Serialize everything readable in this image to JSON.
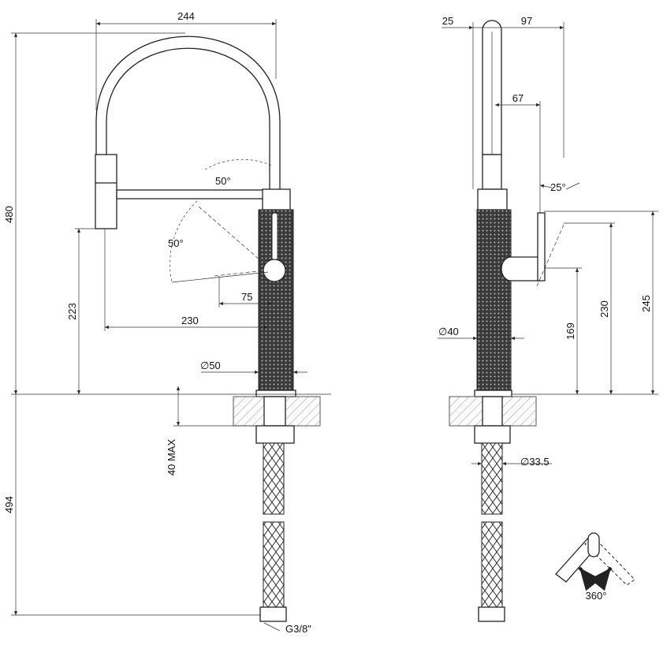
{
  "title": "Kitchen mixer with pull-out spray technical drawing",
  "front_view": {
    "spout_width": "244",
    "total_height": "480",
    "angle_upper": "50°",
    "angle_lower": "50°",
    "spray_height": "223",
    "lever_reach": "75",
    "spout_reach": "230",
    "body_diameter": "∅50",
    "countertop_max": "40 MAX",
    "hose_length": "494",
    "connection": "G3/8\""
  },
  "side_view": {
    "offset_back": "25",
    "depth": "97",
    "lever_offset": "67",
    "lever_angle": "25°",
    "body_diameter": "∅40",
    "lever_height": "169",
    "handle_height": "230",
    "handle_top_height": "245",
    "hose_diameter": "∅33.5"
  },
  "rotation_icon": {
    "label": "360°"
  }
}
